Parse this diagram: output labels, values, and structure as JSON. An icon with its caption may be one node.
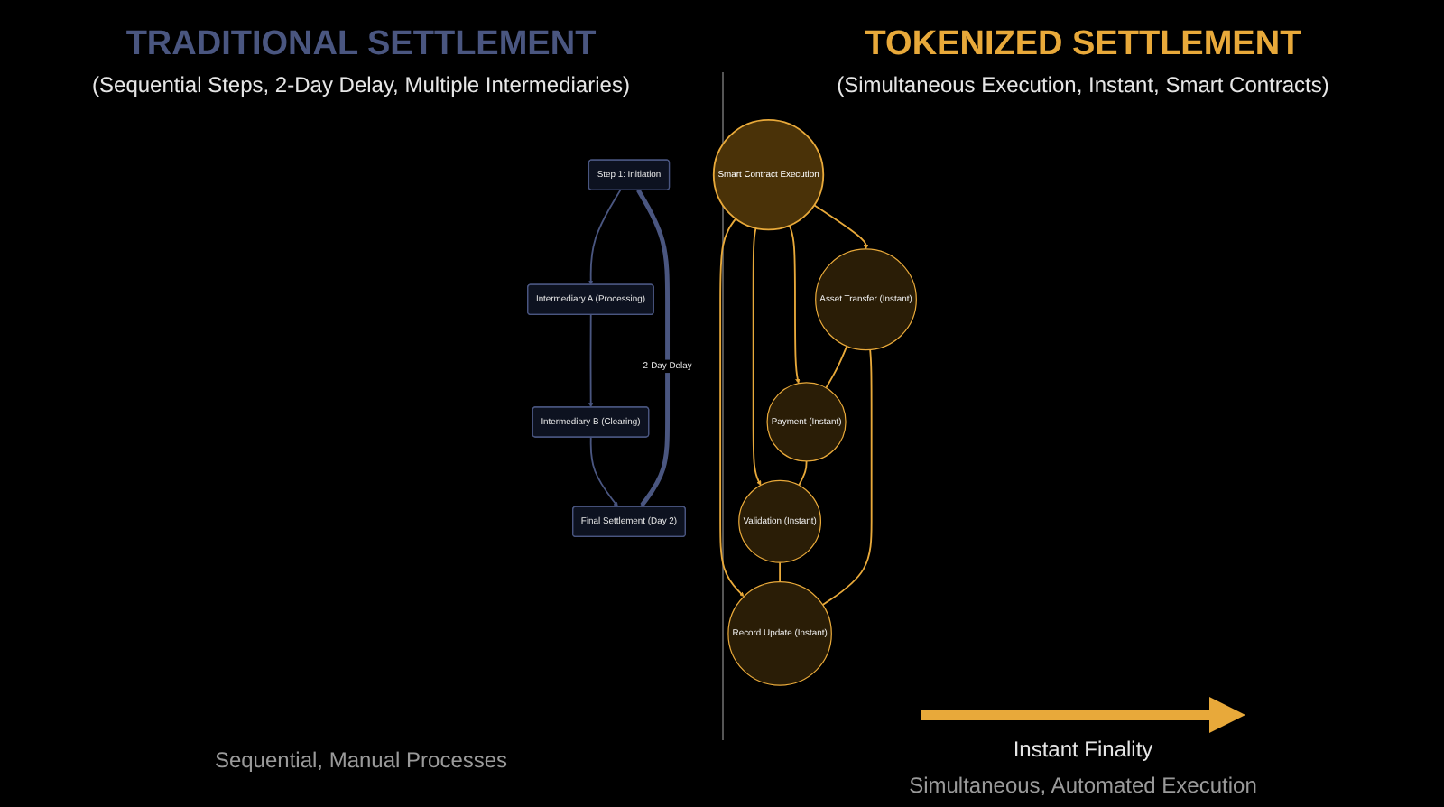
{
  "diagram": {
    "nodes": [
      {
        "text": [
          "Step 1: Initiation"
        ]
      },
      {
        "text": [
          "Intermediary A (Processing)"
        ]
      },
      {
        "text": [
          "Intermediary B (Clearing)"
        ]
      },
      {
        "text": [
          "Final Settlement (Day 2)"
        ]
      },
      {
        "text": [
          "Asset Transfer (Instant)"
        ]
      },
      {
        "text": [
          "Payment (Instant)"
        ]
      },
      {
        "text": [
          "Smart Contract Execution"
        ]
      },
      {
        "text": [
          "Record Update (Instant)"
        ]
      },
      {
        "text": [
          "Validation (Instant)"
        ]
      }
    ],
    "edges": [
      {
        "from": 0,
        "to": 1,
        "arrow": "to",
        "color": "#4a5680"
      },
      {
        "from": 1,
        "to": 2,
        "arrow": "to",
        "color": "#4a5680"
      },
      {
        "from": 2,
        "to": 3,
        "arrow": "to",
        "color": "#4a5680"
      },
      {
        "from": 0,
        "to": 3,
        "arrow": "to",
        "label": "2-Day Delay",
        "style": "thick",
        "color": "#4a5680"
      },
      {
        "from": 6,
        "to": 4,
        "arrow": "to"
      },
      {
        "from": 6,
        "to": 5,
        "arrow": "to"
      },
      {
        "from": 6,
        "to": 7,
        "arrow": "to"
      },
      {
        "from": 6,
        "to": 8,
        "arrow": "to"
      },
      {
        "from": 4,
        "to": 5,
        "arrow": "none"
      },
      {
        "from": 5,
        "to": 8,
        "arrow": "none"
      },
      {
        "from": 8,
        "to": 7,
        "arrow": "none"
      },
      {
        "from": 7,
        "to": 4,
        "arrow": "none"
      }
    ],
    "labels": [
      "TRADITIONAL SETTLEMENT",
      "(Sequential Steps, 2-Day Delay, Multiple Intermediaries)",
      "TOKENIZED SETTLEMENT",
      "(Simultaneous Execution, Instant, Smart Contracts)",
      "Instant Finality",
      "Sequential, Manual Processes",
      "Simultaneous, Automated Execution"
    ]
  }
}
